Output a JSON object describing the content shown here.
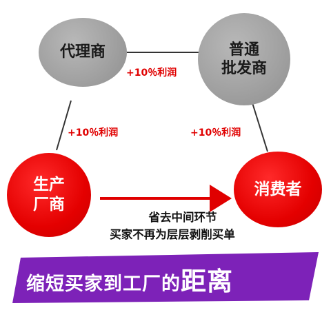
{
  "nodes": {
    "agent": "代理商",
    "wholesaler_line1": "普通",
    "wholesaler_line2": "批发商",
    "manufacturer_line1": "生产",
    "manufacturer_line2": "厂商",
    "consumer": "消费者"
  },
  "profit_labels": {
    "top": "+10％利润",
    "left": "+10％利润",
    "right": "+10％利润"
  },
  "arrow_caption": {
    "line1": "省去中间环节",
    "line2": "买家不再为层层剥削买单"
  },
  "banner": {
    "main": "缩短买家到工厂的",
    "emphasis": "距离"
  },
  "colors": {
    "accent_red": "#e00000",
    "node_gray": "#a2a2a2",
    "banner_purple": "#7d22b8"
  }
}
